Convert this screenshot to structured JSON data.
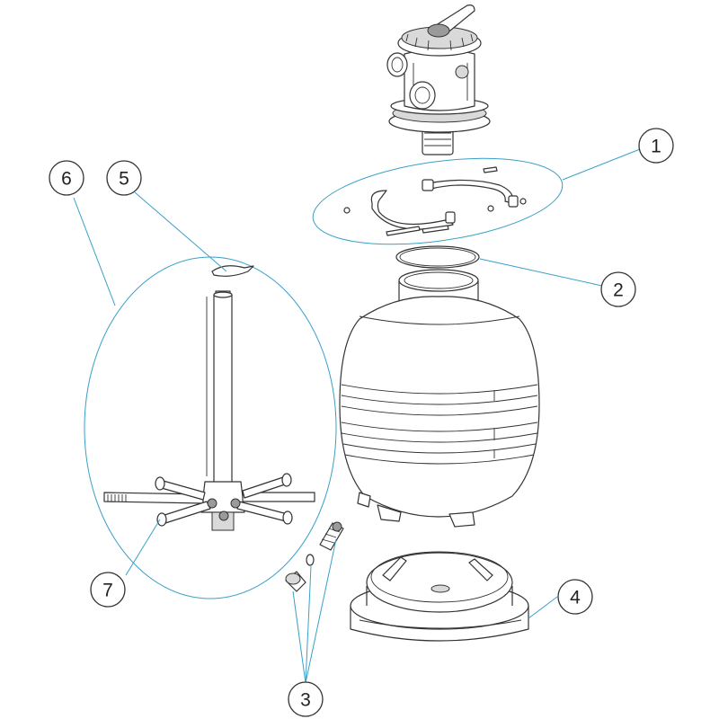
{
  "colors": {
    "leader": "#3aa0c8",
    "line": "#333333",
    "fill": "#ffffff",
    "shade": "#d9d9d9"
  },
  "callouts": [
    {
      "id": "1",
      "label": "1"
    },
    {
      "id": "2",
      "label": "2"
    },
    {
      "id": "3",
      "label": "3"
    },
    {
      "id": "4",
      "label": "4"
    },
    {
      "id": "5",
      "label": "5"
    },
    {
      "id": "6",
      "label": "6"
    },
    {
      "id": "7",
      "label": "7"
    }
  ]
}
